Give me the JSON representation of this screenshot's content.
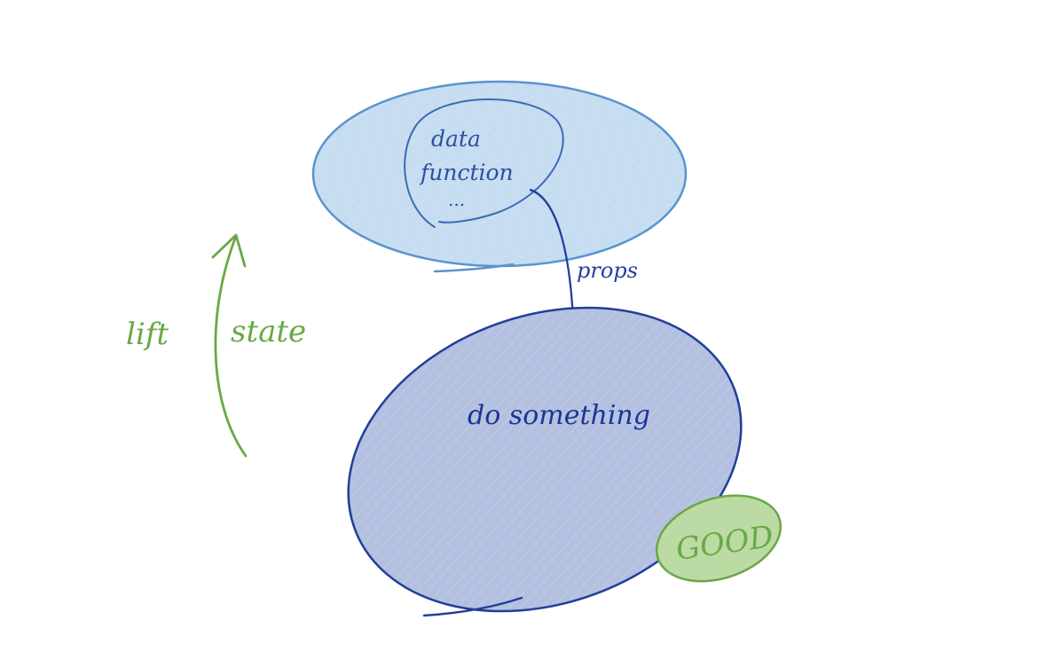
{
  "labels": {
    "data": "data",
    "function": "function",
    "ellipsis": "...",
    "props": "props",
    "do_something": "do something",
    "lift": "lift",
    "state": "state",
    "good": "GOOD"
  },
  "colors": {
    "top_fill": "#c6dcf0",
    "top_stroke": "#5a93cf",
    "inner_stroke": "#3a6bb8",
    "top_text": "#2c4fa3",
    "bottom_fill": "#b3c0e0",
    "bottom_stroke": "#213f9a",
    "bottom_text": "#1c3593",
    "arrow": "#22409a",
    "green": "#6aa846",
    "green_fill": "#bcdaa4"
  }
}
